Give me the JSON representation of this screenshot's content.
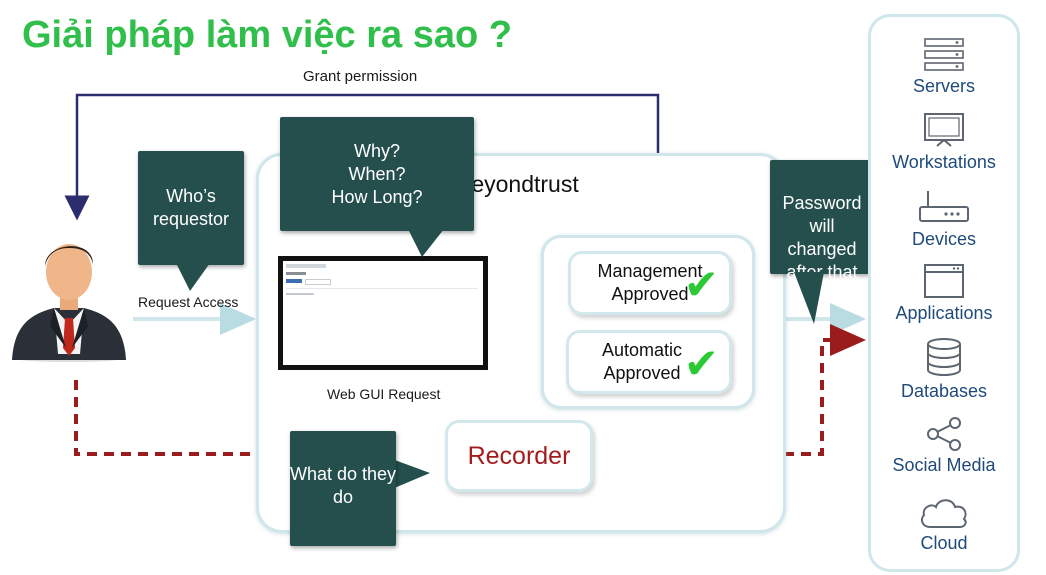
{
  "title": "Giải pháp làm việc ra sao ?",
  "labels": {
    "grant_permission": "Grant permission",
    "request_access": "Request Access",
    "web_gui_request": "Web GUI Request",
    "vendor": "Beyondtrust"
  },
  "callouts": {
    "whos_requestor": "Who’s requestor",
    "why_when_howlong": [
      "Why?",
      "When?",
      "How Long?"
    ],
    "password_changed": [
      "Password",
      "will",
      "changed",
      "after that"
    ],
    "what_do_they_do": [
      "What do they",
      "do"
    ]
  },
  "approvals": {
    "management": [
      "Management",
      "Approved"
    ],
    "automatic": [
      "Automatic",
      "Approved"
    ],
    "check_glyph": "✔"
  },
  "recorder": "Recorder",
  "targets": [
    "Servers",
    "Workstations",
    "Devices",
    "Applications",
    "Databases",
    "Social Media",
    "Cloud"
  ],
  "colors": {
    "title_green": "#2fbf4a",
    "callout_bg": "#254f4d",
    "grant_line": "#2b2d6e",
    "recording_dash": "#9b1c1c",
    "panel_border": "#cfe6ea",
    "target_text": "#1f4a7a",
    "check_green": "#2bc933"
  }
}
